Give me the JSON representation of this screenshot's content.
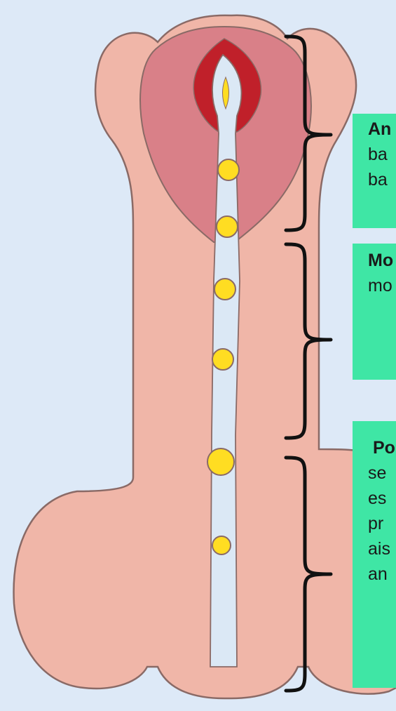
{
  "diagram": {
    "colors": {
      "background": "#dde9f7",
      "skin": "#f0b6a8",
      "outline": "#8a6a66",
      "outer_lip": "#d98088",
      "inner_lip": "#c0202a",
      "canal": "#dbe8f5",
      "dots": "#ffdd22",
      "label_bg": "#3fe6a5",
      "bracket": "#111111"
    },
    "labels": [
      {
        "title": "An",
        "lines": [
          "ba",
          "ba"
        ]
      },
      {
        "title": "Mo",
        "lines": [
          "mo"
        ]
      },
      {
        "title": " Po",
        "lines": [
          "se",
          "es",
          "pr",
          "ais",
          "an"
        ]
      }
    ]
  }
}
